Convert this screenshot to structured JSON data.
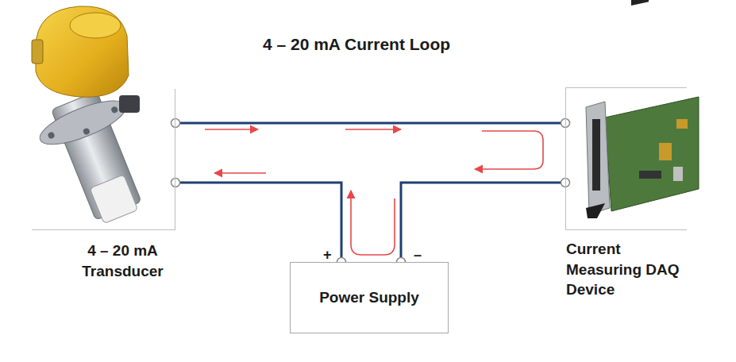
{
  "diagram": {
    "title": "4 – 20 mA Current Loop",
    "nodes": [
      {
        "text": [
          "4 – 20 mA Transducer"
        ]
      },
      {
        "text": [
          "Current Measuring DAQ Device"
        ]
      },
      {
        "text": [
          "Power Supply"
        ]
      }
    ],
    "edges": [
      {
        "from": 0,
        "to": 1,
        "arrow": "none"
      },
      {
        "from": 0,
        "to": 2,
        "arrow": "none"
      },
      {
        "from": 1,
        "to": 2,
        "arrow": "none"
      }
    ],
    "labels": [
      "+",
      "–"
    ]
  }
}
